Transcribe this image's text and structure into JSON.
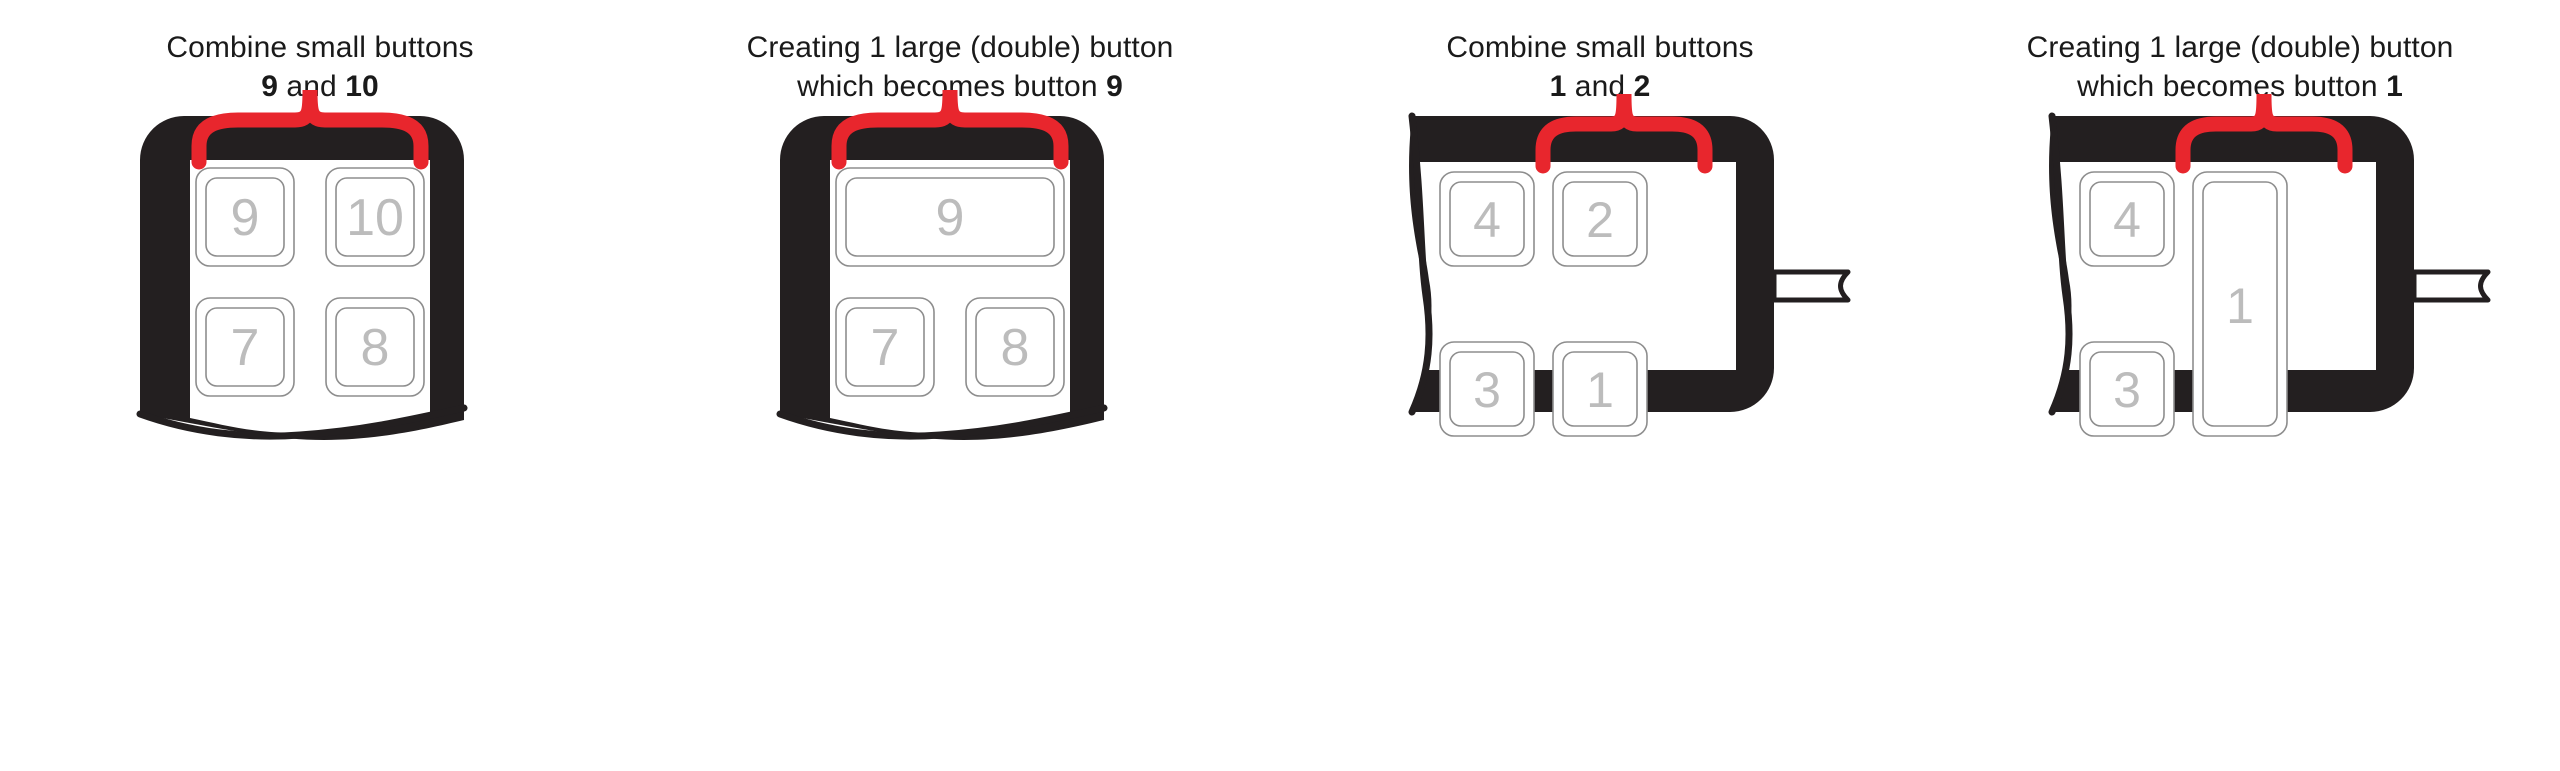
{
  "meta": {
    "background_color": "#ffffff",
    "frame_color": "#231f20",
    "brace_color": "#e8262d",
    "key_outline_color": "#8d8d8d",
    "key_number_color": "#bcbcbc",
    "text_color": "#1a1a1a"
  },
  "panels": [
    {
      "id": "panel-1",
      "caption": {
        "line1": "Combine small buttons",
        "line2_prefix": "",
        "line2_bold_a": "9",
        "line2_mid": " and ",
        "line2_bold_b": "10",
        "line2_suffix": ""
      },
      "device": {
        "torn_edge": "bottom",
        "has_side_tab": false,
        "keys": [
          {
            "label": "9",
            "shape": "small",
            "col": 0,
            "row": 0
          },
          {
            "label": "10",
            "shape": "small",
            "col": 1,
            "row": 0
          },
          {
            "label": "7",
            "shape": "small",
            "col": 0,
            "row": 1
          },
          {
            "label": "8",
            "shape": "small",
            "col": 1,
            "row": 1
          }
        ],
        "brace": {
          "orientation": "horizontal",
          "spans": "top-row"
        }
      }
    },
    {
      "id": "panel-2",
      "caption": {
        "line1": "Creating 1 large (double) button",
        "line2_prefix": "which becomes button ",
        "line2_bold_a": "9",
        "line2_mid": "",
        "line2_bold_b": "",
        "line2_suffix": ""
      },
      "device": {
        "torn_edge": "bottom",
        "has_side_tab": false,
        "keys": [
          {
            "label": "9",
            "shape": "wide",
            "col": 0,
            "row": 0
          },
          {
            "label": "7",
            "shape": "small",
            "col": 0,
            "row": 1
          },
          {
            "label": "8",
            "shape": "small",
            "col": 1,
            "row": 1
          }
        ],
        "brace": {
          "orientation": "horizontal",
          "spans": "top-row"
        }
      }
    },
    {
      "id": "panel-3",
      "caption": {
        "line1": "Combine small buttons",
        "line2_prefix": "",
        "line2_bold_a": "1",
        "line2_mid": " and ",
        "line2_bold_b": "2",
        "line2_suffix": ""
      },
      "device": {
        "torn_edge": "left",
        "has_side_tab": true,
        "keys": [
          {
            "label": "4",
            "shape": "small",
            "col": 0,
            "row": 0
          },
          {
            "label": "2",
            "shape": "small",
            "col": 1,
            "row": 0
          },
          {
            "label": "3",
            "shape": "small",
            "col": 0,
            "row": 1
          },
          {
            "label": "1",
            "shape": "small",
            "col": 1,
            "row": 1
          }
        ],
        "brace": {
          "orientation": "horizontal",
          "spans": "right-column"
        }
      }
    },
    {
      "id": "panel-4",
      "caption": {
        "line1": "Creating 1 large (double) button",
        "line2_prefix": "which becomes button ",
        "line2_bold_a": "1",
        "line2_mid": "",
        "line2_bold_b": "",
        "line2_suffix": ""
      },
      "device": {
        "torn_edge": "left",
        "has_side_tab": true,
        "keys": [
          {
            "label": "4",
            "shape": "small",
            "col": 0,
            "row": 0
          },
          {
            "label": "3",
            "shape": "small",
            "col": 0,
            "row": 1
          },
          {
            "label": "1",
            "shape": "tall",
            "col": 1,
            "row": 0
          }
        ],
        "brace": {
          "orientation": "horizontal",
          "spans": "right-column"
        }
      }
    }
  ]
}
